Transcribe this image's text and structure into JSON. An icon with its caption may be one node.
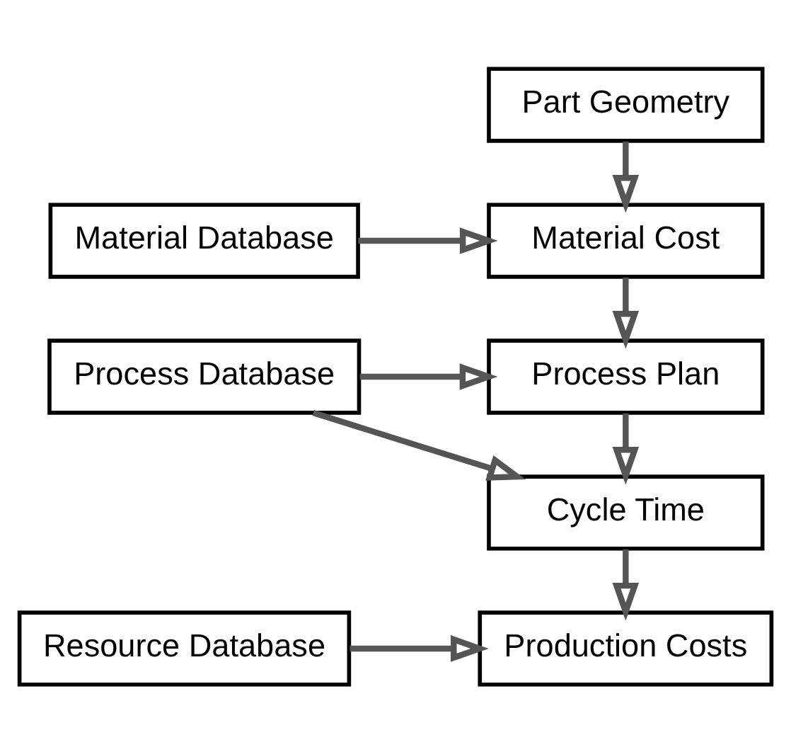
{
  "diagram": {
    "nodes": [
      {
        "text": [
          "Part Geometry"
        ]
      },
      {
        "text": [
          "Material Cost"
        ]
      },
      {
        "text": [
          "Process Plan"
        ]
      },
      {
        "text": [
          "Cycle Time"
        ]
      },
      {
        "text": [
          "Production Costs"
        ]
      },
      {
        "text": [
          "Material Database"
        ]
      },
      {
        "text": [
          "Process Database"
        ]
      },
      {
        "text": [
          "Resource Database"
        ]
      }
    ],
    "edges": [
      {
        "from": 0,
        "to": 1,
        "arrow": "to"
      },
      {
        "from": 1,
        "to": 2,
        "arrow": "to"
      },
      {
        "from": 2,
        "to": 3,
        "arrow": "to"
      },
      {
        "from": 3,
        "to": 4,
        "arrow": "to"
      },
      {
        "from": 5,
        "to": 1,
        "arrow": "to"
      },
      {
        "from": 6,
        "to": 2,
        "arrow": "to"
      },
      {
        "from": 6,
        "to": 3,
        "arrow": "to"
      },
      {
        "from": 7,
        "to": 4,
        "arrow": "to"
      }
    ]
  }
}
